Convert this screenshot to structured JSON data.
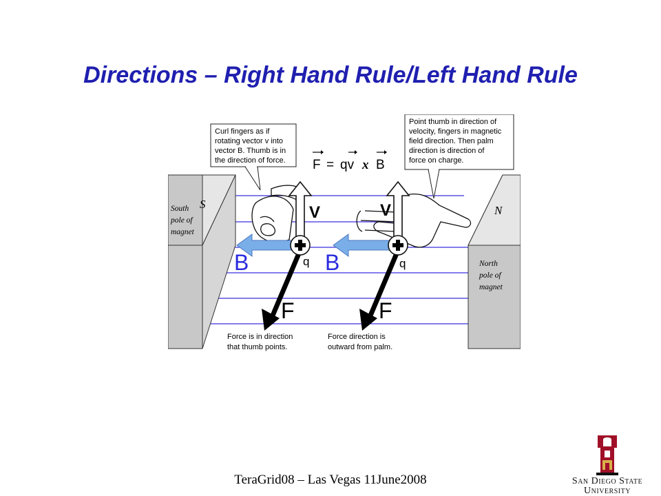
{
  "slide": {
    "title": "Directions – Right Hand Rule/Left Hand Rule",
    "footer": "TeraGrid08 – Las Vegas 11June2008"
  },
  "diagram": {
    "callout_left": [
      "Curl fingers as if",
      "rotating vector v into",
      "vector B. Thumb is in",
      "the direction of force."
    ],
    "callout_right": [
      "Point thumb in direction of",
      "velocity, fingers in magnetic",
      "field direction. Then palm",
      "direction is direction of",
      "force on charge."
    ],
    "formula": {
      "f": "F",
      "eq": "=",
      "qv": "qv",
      "x": "x",
      "b": "B"
    },
    "south": {
      "letter": "S",
      "lines": [
        "South",
        "pole of",
        "magnet"
      ]
    },
    "north": {
      "letter": "N",
      "lines": [
        "North",
        "pole of",
        "magnet"
      ]
    },
    "labels": {
      "v": "V",
      "b": "B",
      "q": "q",
      "f": "F"
    },
    "caption_left": [
      "Force is in direction",
      "that thumb points."
    ],
    "caption_right": [
      "Force direction is",
      "outward from palm."
    ],
    "colors": {
      "field_line": "#3a2ee0",
      "b_arrow": "#7aaee8",
      "b_label": "#2a2ae0",
      "magnet": "#c0c0c0",
      "title": "#1f1fb0"
    }
  },
  "logo": {
    "line1": "San Diego State",
    "line2": "University",
    "icon": "mission-bell-tower-icon"
  }
}
